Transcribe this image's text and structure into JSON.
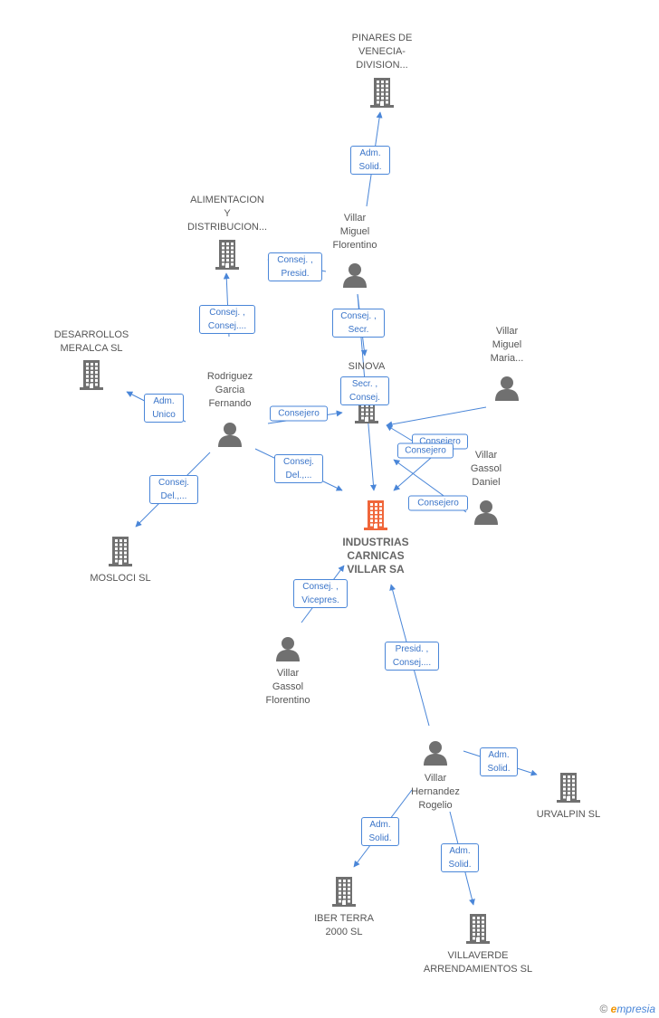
{
  "nodes": [
    {
      "id": "pinares",
      "type": "company",
      "label": [
        "PINARES DE",
        "VENECIA-",
        "DIVISION..."
      ]
    },
    {
      "id": "alimentacion",
      "type": "company",
      "label": [
        "ALIMENTACION",
        "Y",
        "DISTRIBUCION..."
      ]
    },
    {
      "id": "desarrollos",
      "type": "company",
      "label": [
        "DESARROLLOS",
        "MERALCA SL"
      ]
    },
    {
      "id": "sinova",
      "type": "company",
      "label": [
        "SINOVA",
        "..."
      ]
    },
    {
      "id": "industrias",
      "type": "company-main",
      "label": [
        "INDUSTRIAS",
        "CARNICAS",
        "VILLAR SA"
      ]
    },
    {
      "id": "mosloci",
      "type": "company",
      "label": [
        "MOSLOCI SL"
      ]
    },
    {
      "id": "urvalpin",
      "type": "company",
      "label": [
        "URVALPIN SL"
      ]
    },
    {
      "id": "iberterra",
      "type": "company",
      "label": [
        "IBER TERRA",
        "2000 SL"
      ]
    },
    {
      "id": "villaverde",
      "type": "company",
      "label": [
        "VILLAVERDE",
        "ARRENDAMIENTOS SL"
      ]
    },
    {
      "id": "vm_florentino",
      "type": "person",
      "label": [
        "Villar",
        "Miguel",
        "Florentino"
      ]
    },
    {
      "id": "vm_maria",
      "type": "person",
      "label": [
        "Villar",
        "Miguel",
        "Maria..."
      ]
    },
    {
      "id": "rodriguez",
      "type": "person",
      "label": [
        "Rodriguez",
        "Garcia",
        "Fernando"
      ]
    },
    {
      "id": "vg_daniel",
      "type": "person",
      "label": [
        "Villar",
        "Gassol",
        "Daniel"
      ]
    },
    {
      "id": "vg_florentino",
      "type": "person",
      "label": [
        "Villar",
        "Gassol",
        "Florentino"
      ]
    },
    {
      "id": "vh_rogelio",
      "type": "person",
      "label": [
        "Villar",
        "Hernandez",
        "Rogelio"
      ]
    }
  ],
  "edges": [
    {
      "from": "vm_florentino",
      "to": "pinares",
      "label": [
        "Adm.",
        "Solid."
      ]
    },
    {
      "from": "vm_florentino",
      "to": "alimentacion",
      "label": [
        "Consej. ,",
        "Presid."
      ]
    },
    {
      "from": "vm_florentino",
      "to": "sinova",
      "label": [
        "Consej. ,",
        "Secr."
      ]
    },
    {
      "from": "rodriguez",
      "to": "alimentacion",
      "label": [
        "Consej. ,",
        "Consej...."
      ]
    },
    {
      "from": "rodriguez",
      "to": "desarrollos",
      "label": [
        "Adm.",
        "Unico"
      ]
    },
    {
      "from": "rodriguez",
      "to": "sinova",
      "label": [
        "Consejero"
      ]
    },
    {
      "from": "rodriguez",
      "to": "industrias",
      "label": [
        "Consej.",
        "Del.,..."
      ]
    },
    {
      "from": "rodriguez",
      "to": "mosloci",
      "label": [
        "Consej.",
        "Del.,..."
      ]
    },
    {
      "from": "vm_florentino",
      "to": "industrias",
      "label": [
        "Secr. ,",
        "Consej."
      ]
    },
    {
      "from": "vm_maria",
      "to": "sinova",
      "label": [
        "Consejero"
      ]
    },
    {
      "from": "vg_daniel",
      "to": "sinova",
      "label": [
        "Consejero"
      ]
    },
    {
      "from": "vm_maria",
      "to": "industrias",
      "label": []
    },
    {
      "from": "vg_daniel",
      "to": "industrias",
      "label": [
        "Consejero"
      ]
    },
    {
      "from": "vg_florentino",
      "to": "industrias",
      "label": [
        "Consej. ,",
        "Vicepres."
      ]
    },
    {
      "from": "vh_rogelio",
      "to": "industrias",
      "label": [
        "Presid. ,",
        "Consej...."
      ]
    },
    {
      "from": "vh_rogelio",
      "to": "urvalpin",
      "label": [
        "Adm.",
        "Solid."
      ]
    },
    {
      "from": "vh_rogelio",
      "to": "iberterra",
      "label": [
        "Adm.",
        "Solid."
      ]
    },
    {
      "from": "vh_rogelio",
      "to": "villaverde",
      "label": [
        "Adm.",
        "Solid."
      ]
    }
  ],
  "brand": {
    "copyright": "©",
    "initial": "e",
    "rest": "mpresia"
  },
  "colors": {
    "edge": "#4a86d8",
    "icon": "#707070",
    "main_icon": "#f0663a",
    "label_text": "#555555"
  }
}
